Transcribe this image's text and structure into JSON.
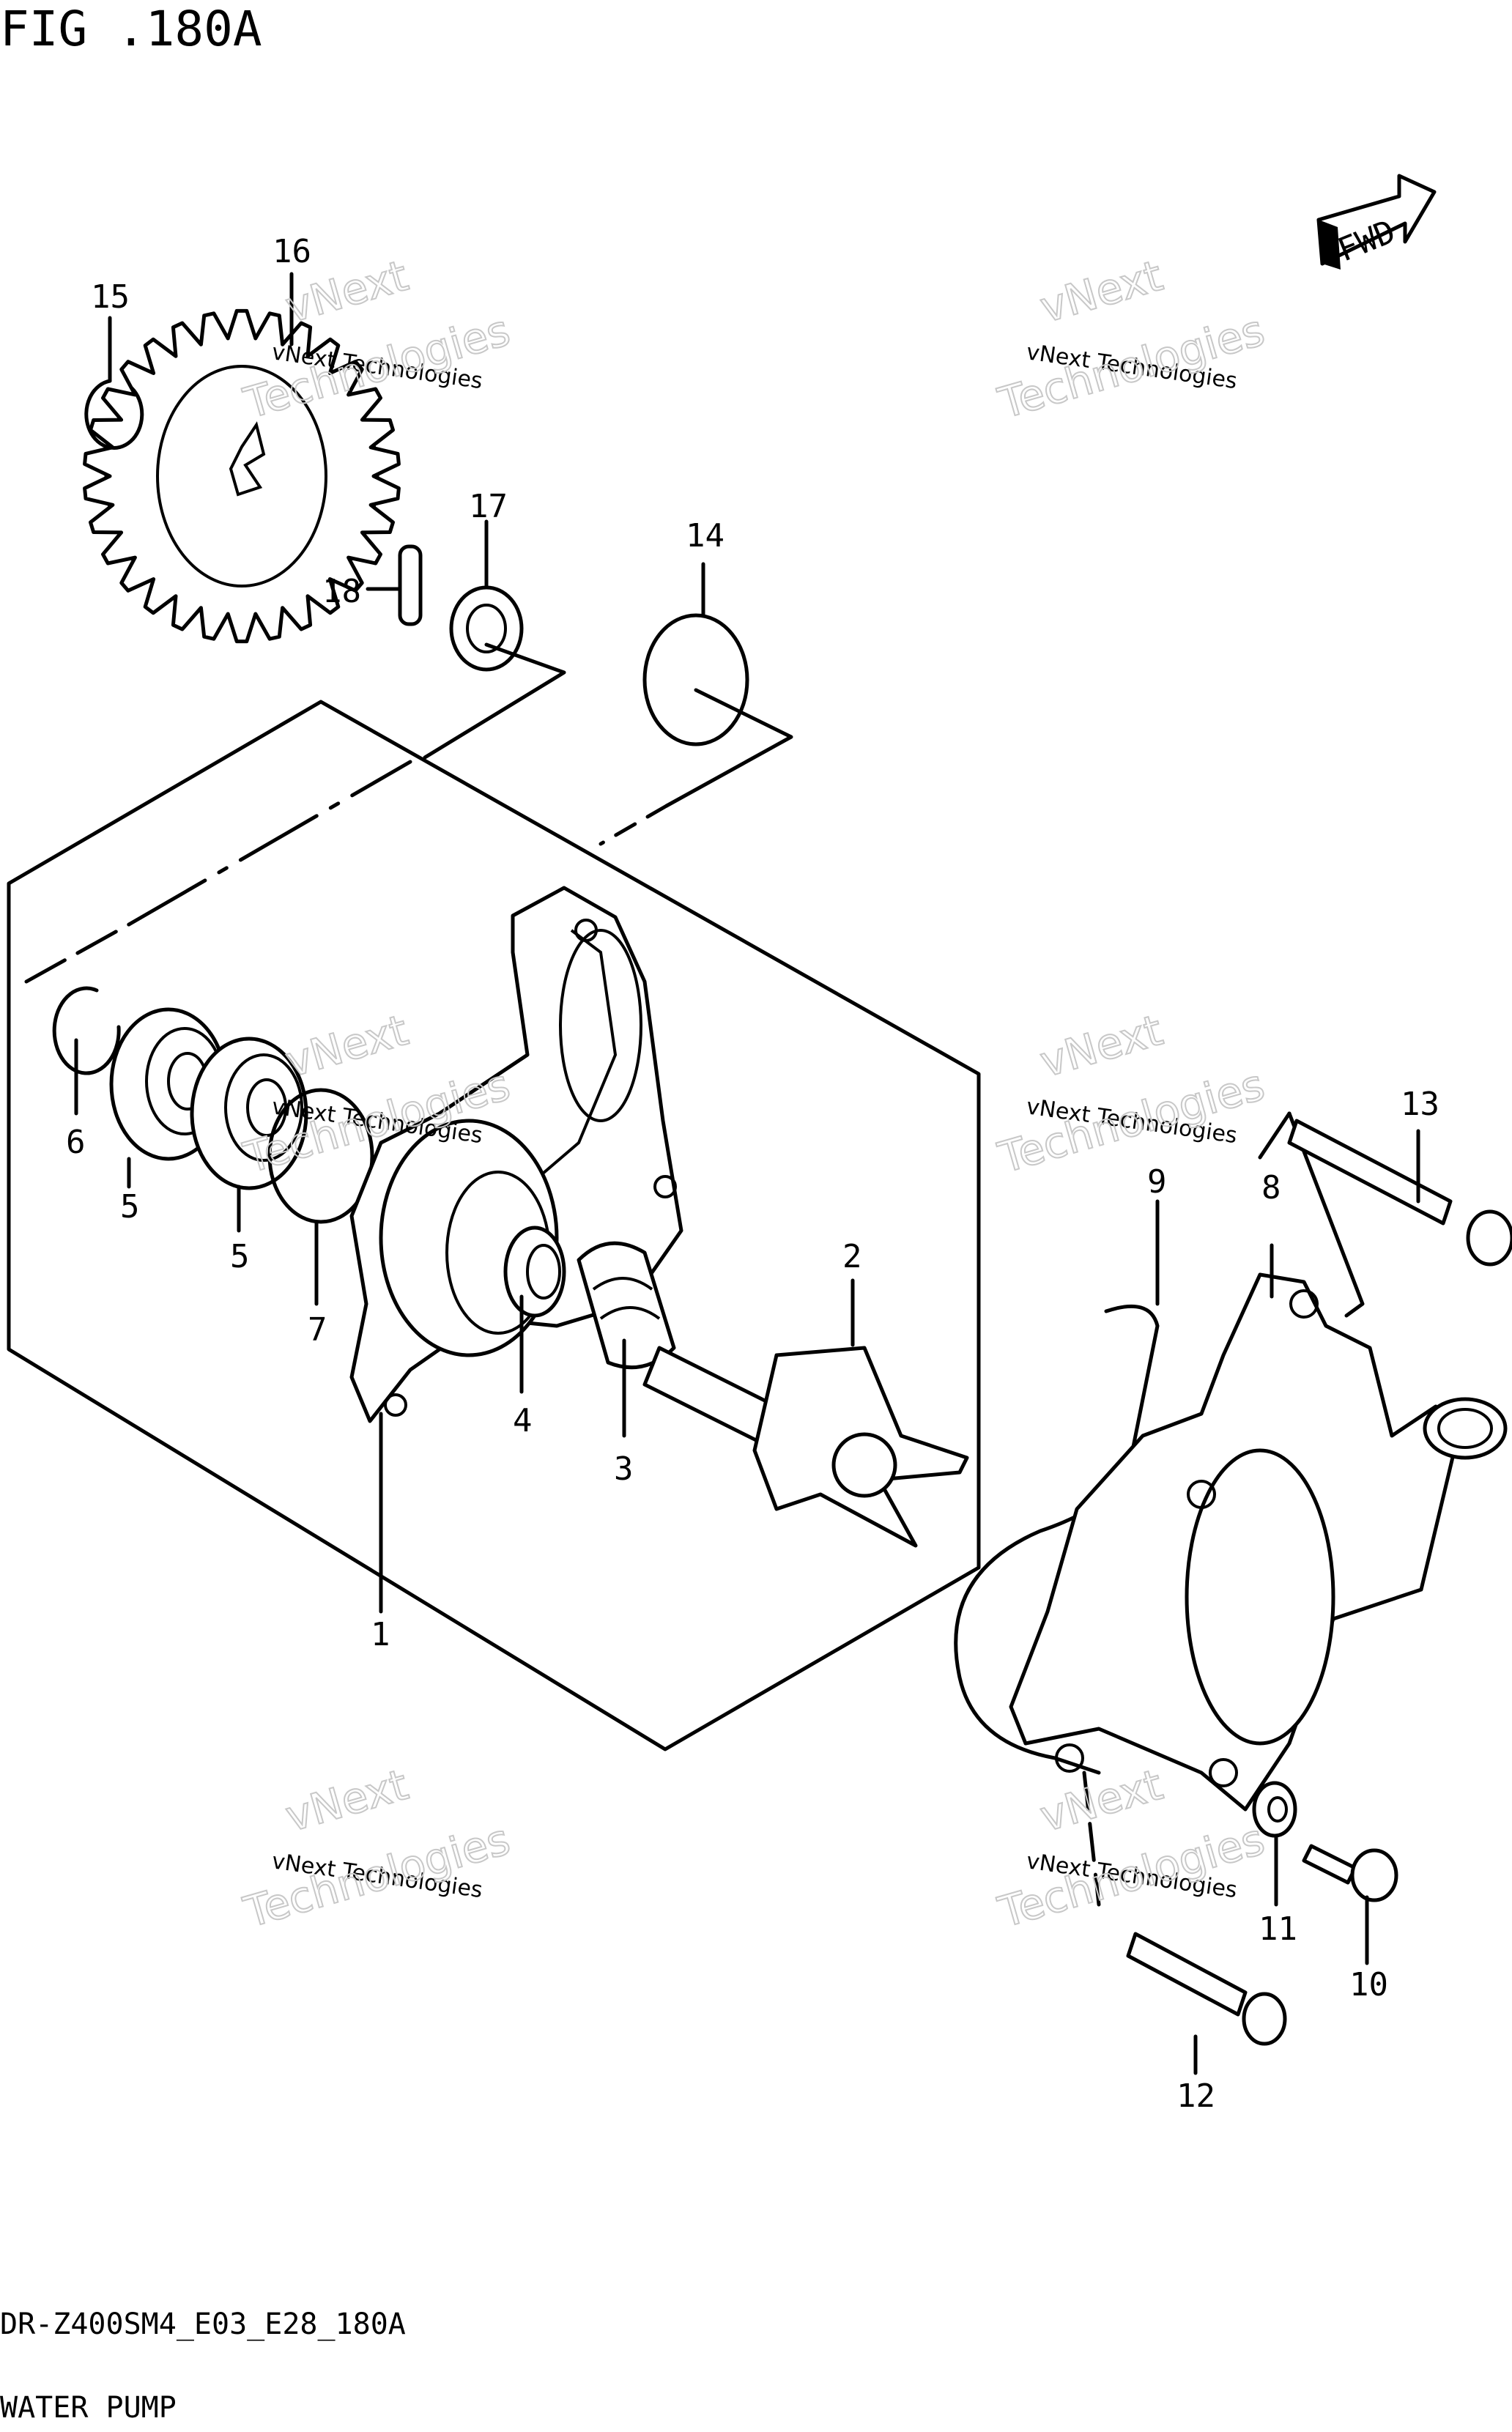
{
  "figure": {
    "title": "FIG .180A"
  },
  "footer": {
    "code": "DR-Z400SM4_E03_E28_180A",
    "name": "WATER PUMP"
  },
  "fwd_badge": {
    "label": "FWD"
  },
  "watermark": {
    "line1": "vNext Technologies",
    "line2": "Technologies",
    "logo_top": "vNext"
  },
  "callouts": [
    "1",
    "2",
    "3",
    "4",
    "5",
    "5",
    "6",
    "7",
    "8",
    "9",
    "10",
    "11",
    "12",
    "13",
    "14",
    "15",
    "16",
    "17",
    "18"
  ]
}
